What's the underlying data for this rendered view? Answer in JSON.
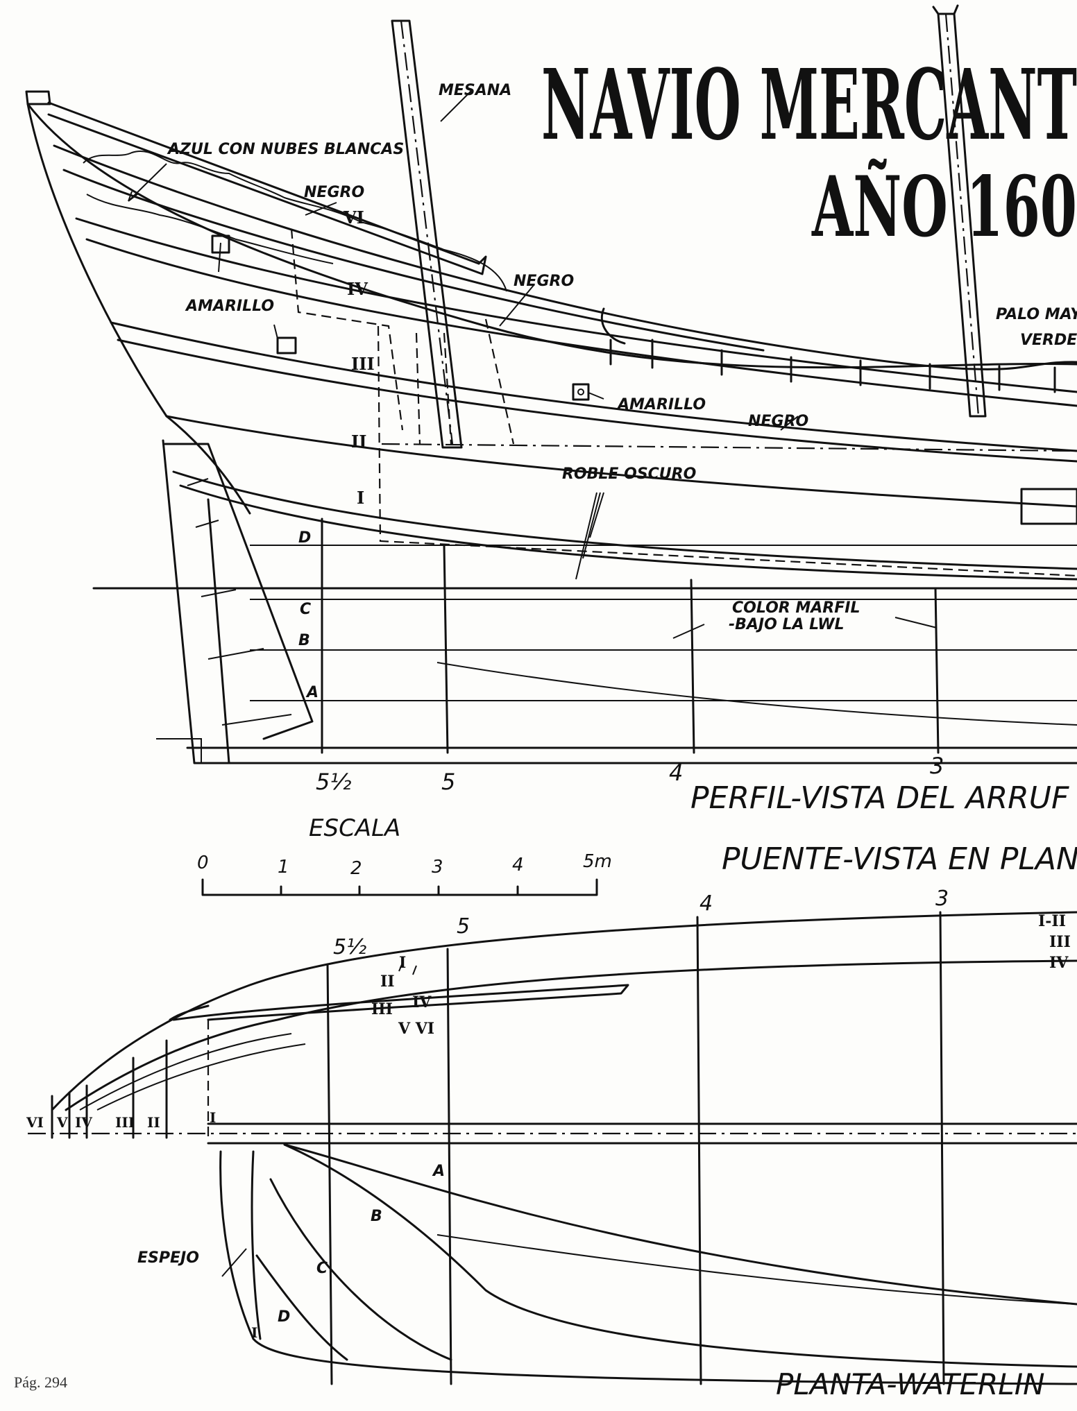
{
  "title": {
    "line1": "NAVIO MERCANT",
    "line2": "AÑO 160"
  },
  "labels": {
    "mesana": "MESANA",
    "azul": "AZUL CON NUBES BLANCAS",
    "negro1": "NEGRO",
    "negro2": "NEGRO",
    "negro3": "NEGRO",
    "amarillo1": "AMARILLO",
    "amarillo2": "AMARILLO",
    "palo_mayor": "PALO MAY",
    "verde": "VERDE",
    "roble": "ROBLE OSCURO",
    "color_marfil_1": "COLOR MARFIL",
    "color_marfil_2": "-BAJO LA LWL",
    "espejo": "ESPEJO"
  },
  "strakes": {
    "vi": "VI",
    "iv": "IV",
    "iii": "III",
    "ii": "II",
    "i": "I"
  },
  "waterlines": {
    "d": "D",
    "c": "C",
    "b": "B",
    "a": "A"
  },
  "stations": {
    "s5h": "5½",
    "s5": "5",
    "s4": "4",
    "s3": "3"
  },
  "view_titles": {
    "perfil": "PERFIL-VISTA DEL ARRUF",
    "puente": "PUENTE-VISTA EN PLAN",
    "planta": "PLANTA-WATERLIN"
  },
  "scale": {
    "label": "ESCALA",
    "ticks": [
      "0",
      "1",
      "2",
      "3",
      "4",
      "5m"
    ]
  },
  "plan": {
    "stations": {
      "s5h": "5½",
      "s5": "5",
      "s4": "4",
      "s3": "3"
    },
    "strakes_top": {
      "i": "I",
      "ii": "II",
      "iii": "III",
      "iv": "IV",
      "vvi": "V VI"
    },
    "strakes_right": {
      "i_ii": "I-II",
      "iii": "III",
      "iv": "IV"
    },
    "transom": {
      "vi": "VI",
      "v": "V",
      "iv": "IV",
      "iii": "III",
      "ii": "II",
      "i": "I"
    },
    "wl": {
      "a": "A",
      "b": "B",
      "c": "C",
      "d": "D",
      "i": "I"
    }
  },
  "page_number": "Pág. 294"
}
